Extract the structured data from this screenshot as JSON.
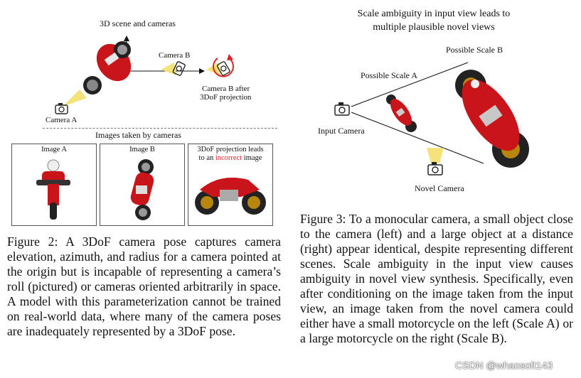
{
  "fig2": {
    "title": "3D scene and cameras",
    "camera_a": "Camera A",
    "camera_b": "Camera B",
    "camera_b_after_line1": "Camera B after",
    "camera_b_after_line2": "3DoF projection",
    "images_heading": "Images taken by cameras",
    "image_a": "Image A",
    "image_b": "Image B",
    "image_c_line1": "3DoF projection leads",
    "image_c_line2_pre": "to an ",
    "image_c_line2_red": "incorrect",
    "image_c_line2_post": " image",
    "caption": "Figure 2: A 3DoF camera pose captures camera elevation, azimuth, and radius for a camera pointed at the origin but is incapable of representing a camera’s roll (pictured) or cameras oriented arbitrarily in space. A model with this parameterization cannot be trained on real-world data, where many of the camera poses are inadequately represented by a 3DoF pose."
  },
  "fig3": {
    "title_line1": "Scale ambiguity in input view leads to",
    "title_line2": "multiple plausible novel views",
    "possible_scale_a": "Possible Scale A",
    "possible_scale_b": "Possible Scale B",
    "input_camera": "Input Camera",
    "novel_camera": "Novel Camera",
    "caption": "Figure 3: To a monocular camera, a small object close to the camera (left) and a large object at a distance (right) appear identical, despite representing different scenes. Scale ambiguity in the input view causes ambiguity in novel view synthesis. Specifically, even after conditioning on the image taken from the input view, an image taken from the novel camera could either have a small motorcycle on the left (Scale A) or a large motorcycle on the right (Scale B)."
  },
  "watermark": "CSDN @whaosoft143",
  "colors": {
    "accent_red": "#e02020",
    "camera_yellow": "#f5e27a"
  }
}
